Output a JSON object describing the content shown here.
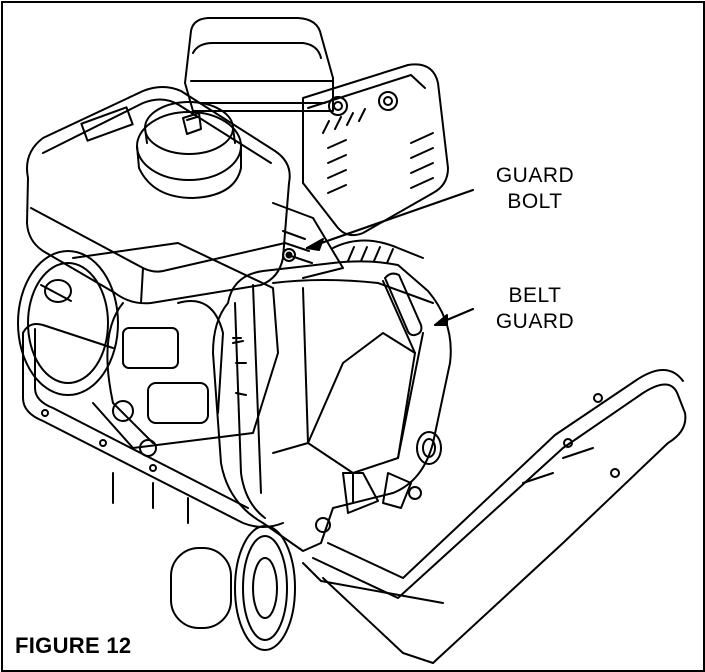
{
  "figure": {
    "caption": "FIGURE 12",
    "callouts": [
      {
        "id": "guard-bolt",
        "lines": [
          "GUARD",
          "BOLT"
        ]
      },
      {
        "id": "belt-guard",
        "lines": [
          "BELT",
          "GUARD"
        ]
      }
    ],
    "illustration": "plate-compactor-engine-belt-guard"
  }
}
